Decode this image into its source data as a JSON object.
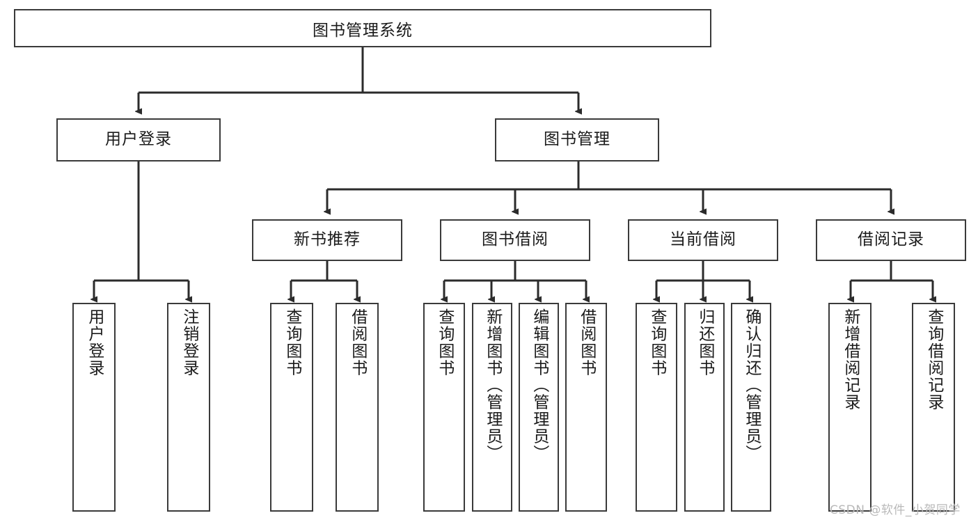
{
  "diagram": {
    "type": "tree",
    "title": "图书管理系统",
    "orientation": "top-down",
    "colors": {
      "box_border": "#3a3a3a",
      "box_fill": "#ffffff",
      "connector": "#2b2b2b",
      "text": "#1a1a1a",
      "watermark": "#b9b9b9",
      "background": "#ffffff"
    },
    "root": {
      "label": "图书管理系统"
    },
    "level2": [
      {
        "id": "user-login",
        "label": "用户登录"
      },
      {
        "id": "book-manage",
        "label": "图书管理"
      }
    ],
    "level3": [
      {
        "id": "new-book-recommend",
        "label": "新书推荐",
        "parent": "book-manage"
      },
      {
        "id": "book-borrow",
        "label": "图书借阅",
        "parent": "book-manage"
      },
      {
        "id": "current-borrow",
        "label": "当前借阅",
        "parent": "book-manage"
      },
      {
        "id": "borrow-record",
        "label": "借阅记录",
        "parent": "book-manage"
      }
    ],
    "leaves": {
      "user_login": [
        {
          "id": "leaf-user-login",
          "label": "用户登录"
        },
        {
          "id": "leaf-logout",
          "label": "注销登录"
        }
      ],
      "new_book_recommend": [
        {
          "id": "leaf-query-book-1",
          "label": "查询图书"
        },
        {
          "id": "leaf-borrow-book-1",
          "label": "借阅图书"
        }
      ],
      "book_borrow": [
        {
          "id": "leaf-query-book-2",
          "label": "查询图书"
        },
        {
          "id": "leaf-add-book",
          "label": "新增图书（管理员）"
        },
        {
          "id": "leaf-edit-book",
          "label": "编辑图书（管理员）"
        },
        {
          "id": "leaf-borrow-book-2",
          "label": "借阅图书"
        }
      ],
      "current_borrow": [
        {
          "id": "leaf-query-book-3",
          "label": "查询图书"
        },
        {
          "id": "leaf-return-book",
          "label": "归还图书"
        },
        {
          "id": "leaf-confirm-return",
          "label": "确认归还（管理员）"
        }
      ],
      "borrow_record": [
        {
          "id": "leaf-add-record",
          "label": "新增借阅记录"
        },
        {
          "id": "leaf-query-record",
          "label": "查询借阅记录"
        }
      ]
    }
  },
  "watermark": {
    "text": "CSDN @软件_小贺同学"
  }
}
